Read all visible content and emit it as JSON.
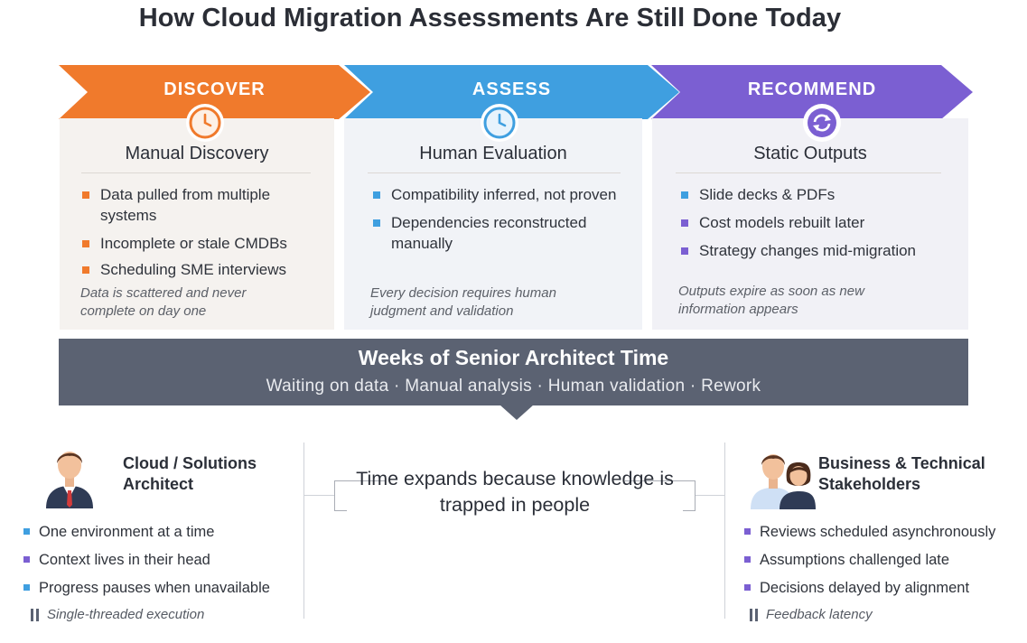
{
  "title": "How Cloud Migration Assessments Are Still Done Today",
  "colors": {
    "discover": "#f07a2c",
    "assess": "#3f9fe0",
    "recommend": "#7b5fd2",
    "band": "#5b6272"
  },
  "stages": [
    {
      "label": "DISCOVER",
      "icon": "clock-icon",
      "heading": "Manual Discovery",
      "bullets": [
        "Data pulled from multiple systems",
        "Incomplete or stale CMDBs",
        "Scheduling SME interviews"
      ],
      "note": "Data is scattered and never complete on day one"
    },
    {
      "label": "ASSESS",
      "icon": "clock-icon",
      "heading": "Human Evaluation",
      "bullets": [
        "Compatibility inferred, not proven",
        "Dependencies reconstructed manually"
      ],
      "note": "Every decision requires human judgment and validation"
    },
    {
      "label": "RECOMMEND",
      "icon": "refresh-icon",
      "heading": "Static Outputs",
      "bullets": [
        "Slide decks & PDFs",
        "Cost models rebuilt later",
        "Strategy changes mid-migration"
      ],
      "note": "Outputs expire as soon as new information appears"
    }
  ],
  "band": {
    "title": "Weeks of Senior Architect Time",
    "subtitle": "Waiting on data · Manual analysis · Human validation · Rework"
  },
  "left_persona": {
    "name": "Cloud / Solutions Architect",
    "icon": "architect-avatar-icon",
    "bullets": [
      "One environment at a time",
      "Context lives in their head",
      "Progress pauses when unavailable"
    ],
    "footnote": "Single-threaded execution"
  },
  "center": {
    "text": "Time expands because knowledge is trapped in people"
  },
  "right_persona": {
    "name": "Business & Technical Stakeholders",
    "icon": "stakeholders-avatar-icon",
    "bullets": [
      "Reviews scheduled asynchronously",
      "Assumptions challenged late",
      "Decisions delayed by alignment"
    ],
    "footnote": "Feedback latency"
  }
}
